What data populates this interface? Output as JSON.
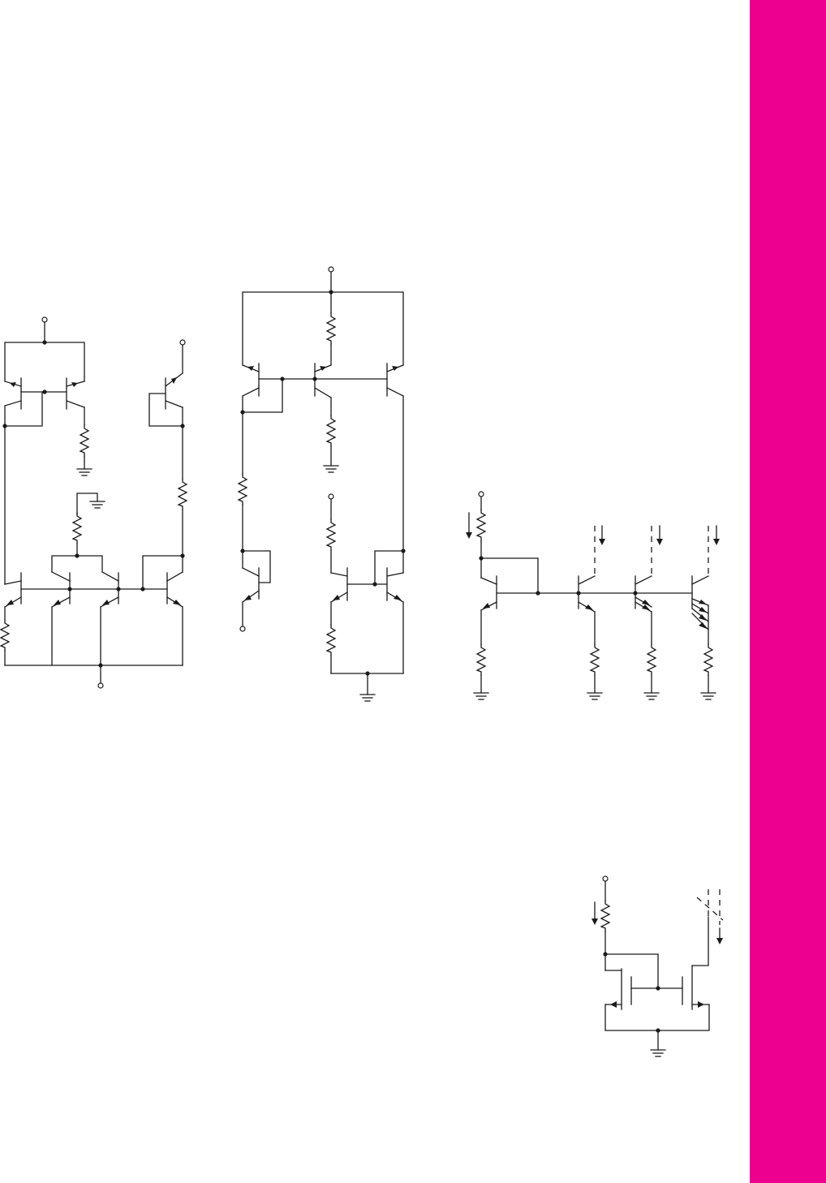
{
  "page": {
    "accent_color": "#ee008f",
    "ink_color": "#1a1a1a",
    "background_color": "#ffffff"
  },
  "figures": [
    {
      "id": "fig-a",
      "kind": "bjt-current-mirror-network",
      "text": []
    },
    {
      "id": "fig-b",
      "kind": "bjt-current-source-bias",
      "text": []
    },
    {
      "id": "fig-c",
      "kind": "multi-output-bjt-current-mirror",
      "text": []
    },
    {
      "id": "fig-d",
      "kind": "mosfet-current-mirror",
      "text": []
    }
  ]
}
